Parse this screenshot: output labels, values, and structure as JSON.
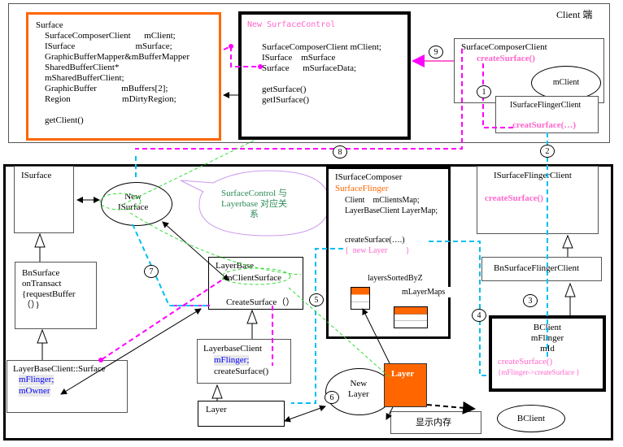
{
  "client_region": {
    "label": "Client 端",
    "surface_box": {
      "title": "Surface",
      "lines": [
        "SurfaceComposerClient      mClient;",
        "ISurface                           mSurface;",
        "GraphicBufferMapper&mBufferMapper",
        "SharedBufferClient*",
        "mSharedBufferClient;",
        "GraphicBuffer           mBuffers[2];",
        "Region                       mDirtyRegion;",
        "",
        "getClient()"
      ]
    },
    "surface_control_box": {
      "title": "New SurfaceControl",
      "lines": [
        "SurfaceComposerClient mClient;",
        "ISurface    mSurface",
        "Surface      mSurfaceData;",
        "",
        "getSurface()",
        "getISurface()"
      ]
    },
    "composer_client_box": {
      "title": "SurfaceComposerClient",
      "method": "createSurface()",
      "ellipse": "mClient"
    },
    "flinger_client_small": {
      "title": "ISurfaceFlingerClient",
      "method": "creatSurface(…)"
    }
  },
  "server_region": {
    "isurface_box": {
      "title": "ISurface"
    },
    "new_isurface": "New\nISurface",
    "callout": "SurfaceControl 与\nLayerbase 对应关\n系",
    "bnsurface_box": {
      "lines": [
        "BnSurface",
        "onTransact",
        "{requestBuffer",
        "（）}"
      ]
    },
    "layerbaseclient_surface_box": {
      "title": "LayerBaseClient::Surface",
      "fields": [
        "mFlinger;",
        "mOwner"
      ]
    },
    "layerbase_box": {
      "title": "LayerBase",
      "field": "mClientSurface",
      "method": "CreateSurface（）"
    },
    "layerbaseclient_box": {
      "title": "LayerbaseClient",
      "field": "mFlinger;",
      "method": "createSurface()"
    },
    "layer_box": {
      "title": "Layer"
    },
    "new_layer": "New\nLayer",
    "layer_orange": "Layer",
    "display_memory": "显示内存",
    "isurfacecomposer_box": {
      "title": "ISurfaceComposer",
      "subtitle": "SurfaceFlinger",
      "lines": [
        "Client    mClientsMap;",
        "LayerBaseClient LayerMap;"
      ],
      "method": "createSurface(….)",
      "method_body": "{  new Layer         }",
      "layers_sorted": "layersSortedByZ",
      "layer_maps": "mLayerMaps"
    },
    "isurfaceflingerclient_box": {
      "title": "ISurfaceFlingerClient",
      "method": "createSurface()"
    },
    "bnsurfaceflingerclient_box": {
      "title": "BnSurfaceFlingerClient"
    },
    "bclient_box": {
      "lines": [
        "BClient",
        "mFlinger",
        "mId"
      ],
      "method": "createSurface()",
      "method_body": "{mFlinger->createSurface }"
    },
    "bclient_ellipse": "BClient"
  },
  "steps": [
    "1",
    "2",
    "3",
    "4",
    "5",
    "6",
    "7",
    "8",
    "9"
  ],
  "colors": {
    "orange": "#ff6600",
    "pink": "#ff66cc",
    "magenta": "#ff00ff",
    "cyan": "#00c0f0",
    "green": "#33dd33",
    "lavender": "#cc99ee"
  }
}
